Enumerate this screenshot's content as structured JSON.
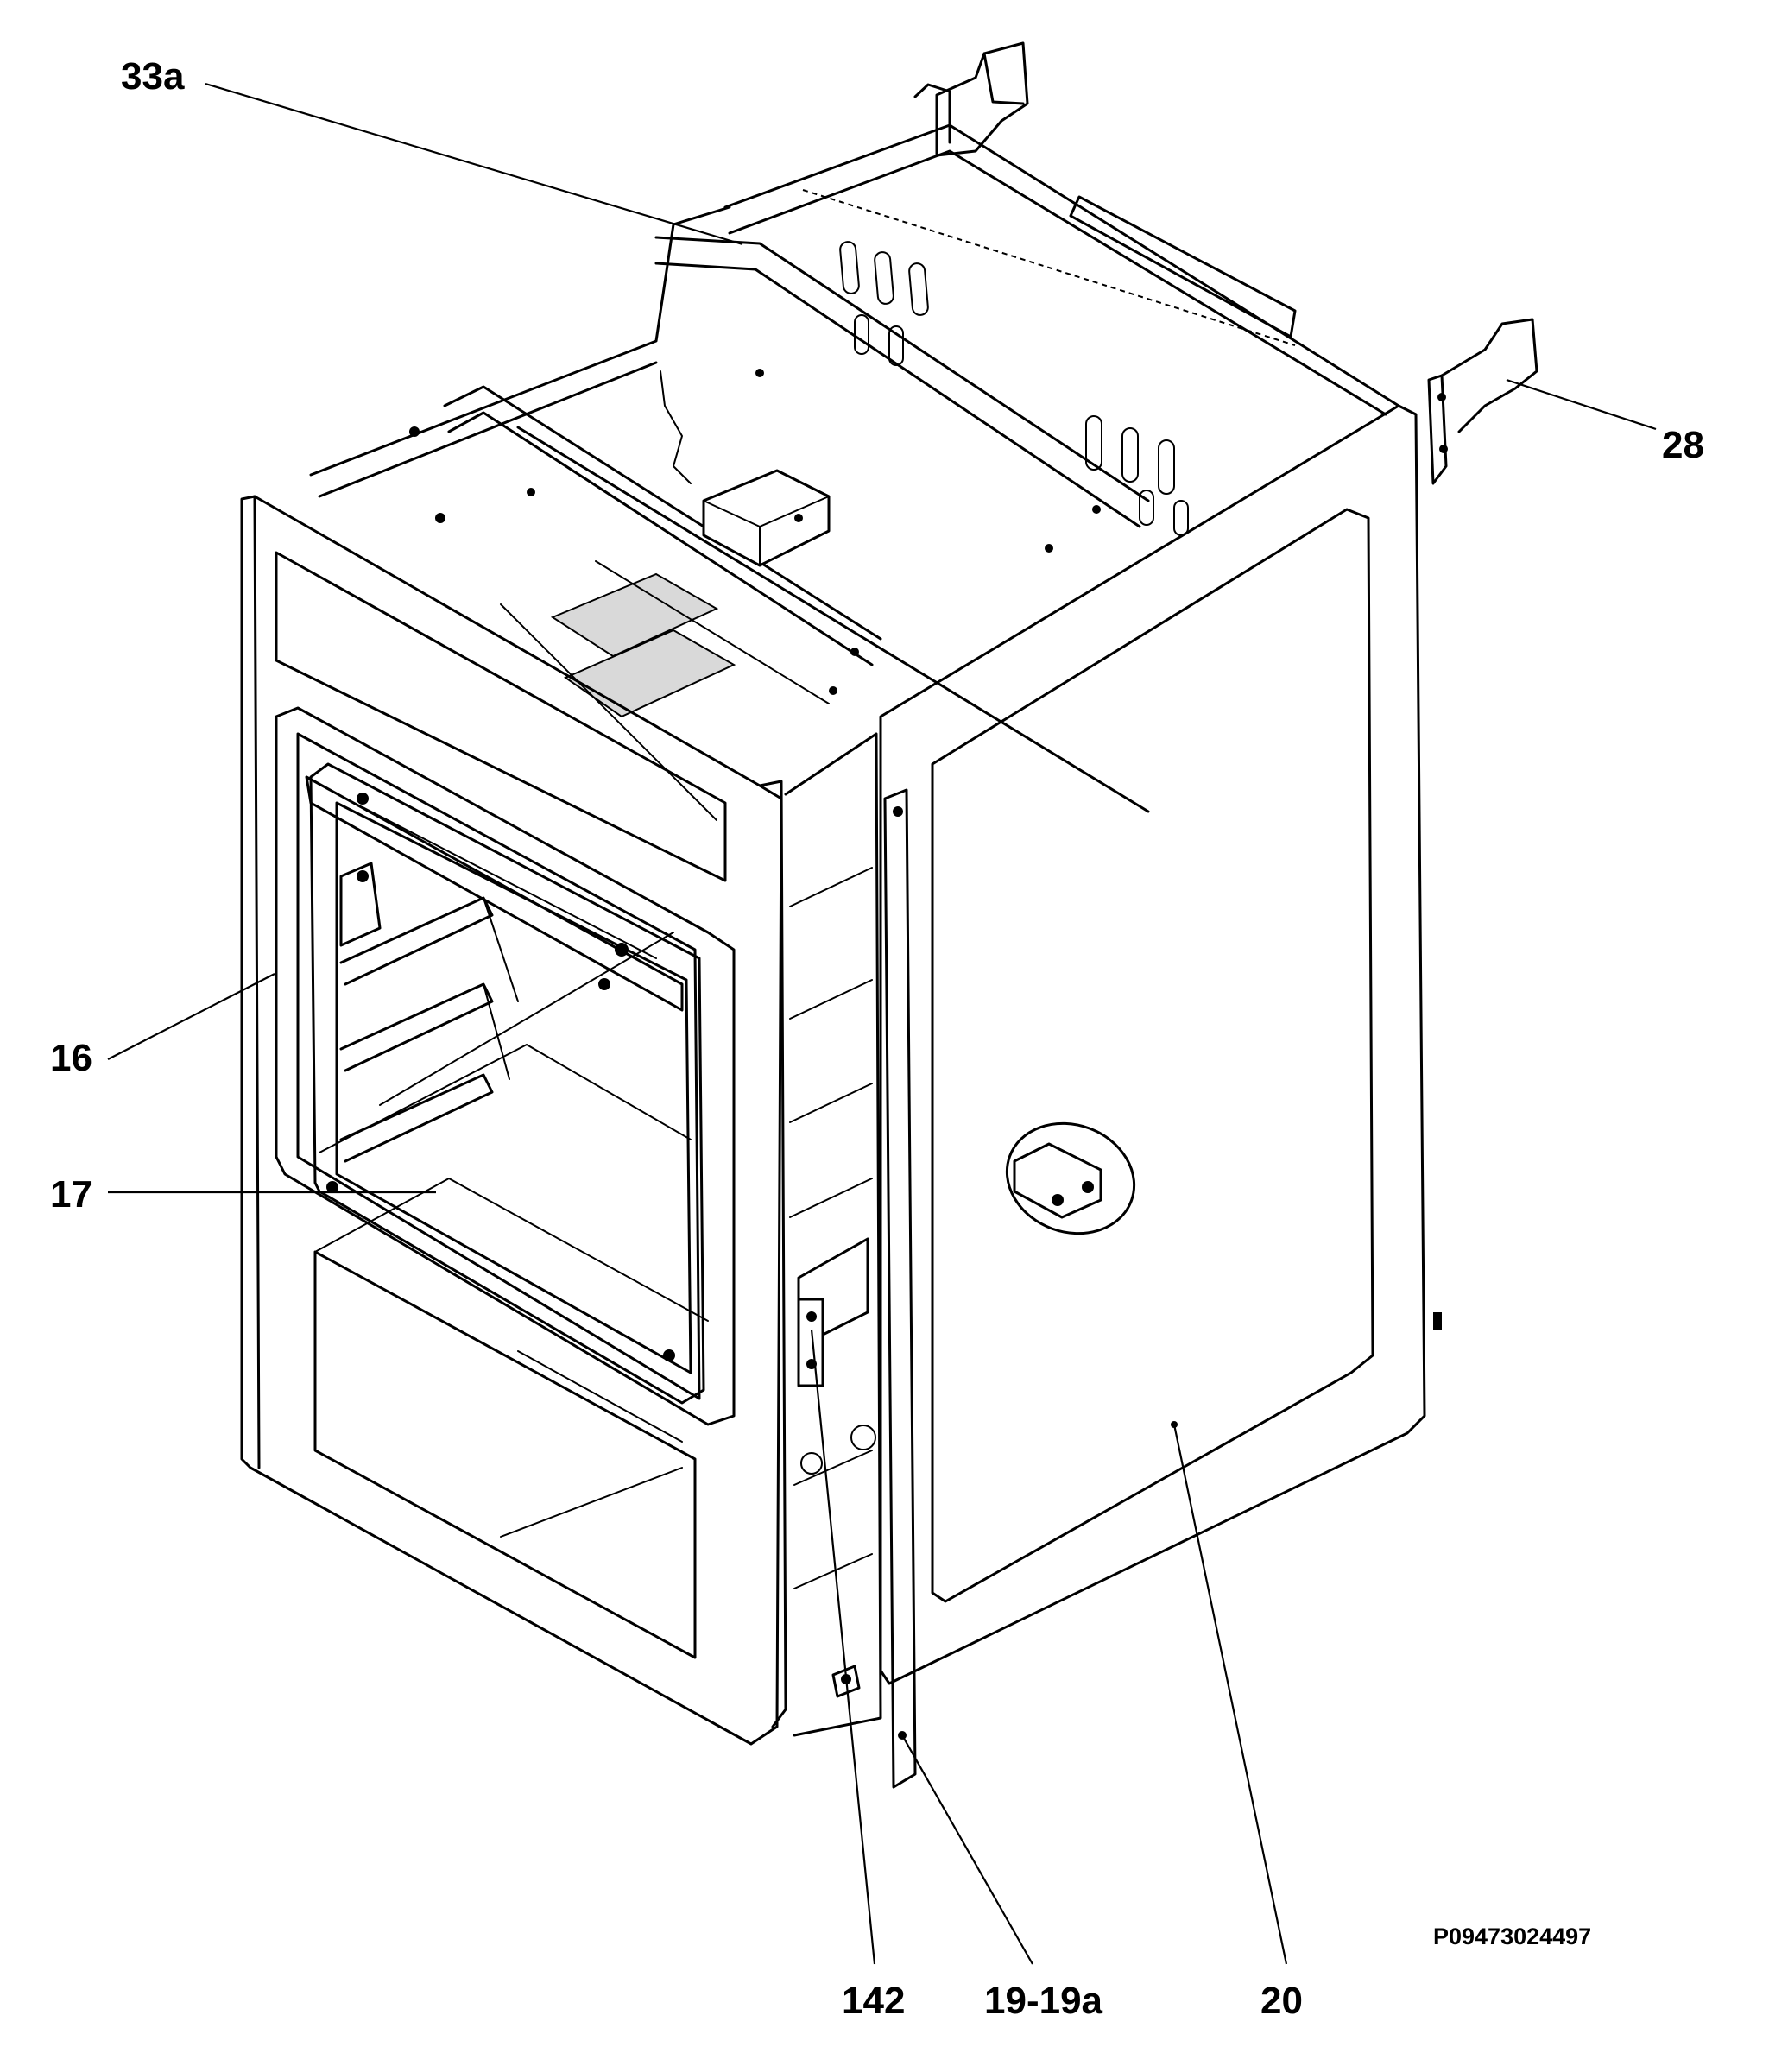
{
  "diagram": {
    "callouts": [
      {
        "id": "33a",
        "label": "33a"
      },
      {
        "id": "28",
        "label": "28"
      },
      {
        "id": "16",
        "label": "16"
      },
      {
        "id": "17",
        "label": "17"
      },
      {
        "id": "142",
        "label": "142"
      },
      {
        "id": "19-19a",
        "label": "19-19a"
      },
      {
        "id": "20",
        "label": "20"
      }
    ],
    "drawing_code": "P09473024497"
  }
}
